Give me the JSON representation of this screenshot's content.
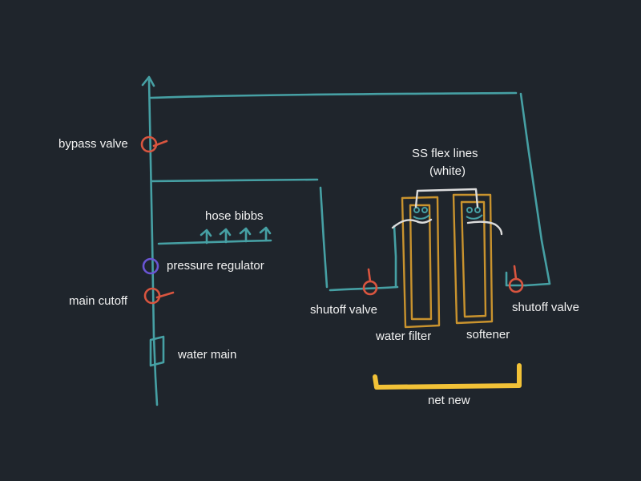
{
  "labels": {
    "bypass_valve": "bypass valve",
    "hose_bibbs": "hose bibbs",
    "pressure_regulator": "pressure regulator",
    "main_cutoff": "main cutoff",
    "water_main": "water main",
    "ss_flex_lines": "SS flex lines",
    "ss_flex_lines_note": "(white)",
    "shutoff_valve_left": "shutoff valve",
    "shutoff_valve_right": "shutoff valve",
    "water_filter": "water filter",
    "softener": "softener",
    "net_new": "net new"
  },
  "colors": {
    "background": "#1f252c",
    "pipe": "#46a0a4",
    "valve": "#d9553f",
    "regulator": "#6a55d4",
    "tank": "#c9932e",
    "flex_line": "#dcdcdc",
    "bracket": "#f2c237",
    "text": "#f2f2f2"
  }
}
